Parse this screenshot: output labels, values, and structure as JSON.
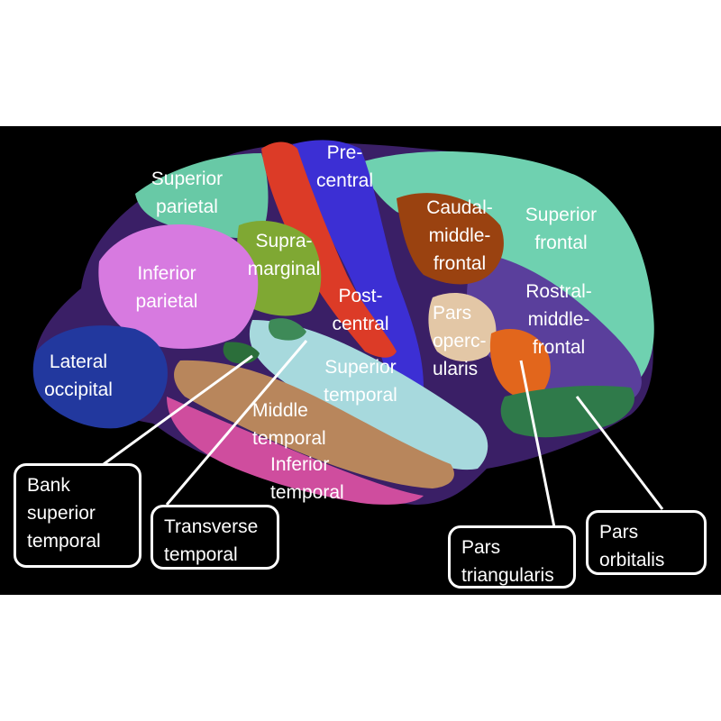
{
  "regions": [
    {
      "id": "superior-parietal",
      "label": "Superior\nparietal",
      "color": "#68c9a6"
    },
    {
      "id": "pre-central",
      "label": "Pre-\ncentral",
      "color": "#3c2fd4"
    },
    {
      "id": "supra-marginal",
      "label": "Supra-\nmarginal",
      "color": "#7fa833"
    },
    {
      "id": "inferior-parietal",
      "label": "Inferior\nparietal",
      "color": "#d77ae0"
    },
    {
      "id": "post-central",
      "label": "Post-\ncentral",
      "color": "#dc3b27"
    },
    {
      "id": "caudal-middle-frontal",
      "label": "Caudal-\nmiddle-\nfrontal",
      "color": "#9a4210"
    },
    {
      "id": "superior-frontal",
      "label": "Superior\nfrontal",
      "color": "#6fd1b0"
    },
    {
      "id": "rostral-middle-frontal",
      "label": "Rostral-\nmiddle-\nfrontal",
      "color": "#5a3f9c"
    },
    {
      "id": "pars-opercularis",
      "label": "Pars\noperc-\nularis",
      "color": "#e3c7a6"
    },
    {
      "id": "lateral-occipital",
      "label": "Lateral\noccipital",
      "color": "#22389e"
    },
    {
      "id": "superior-temporal",
      "label": "Superior\ntemporal",
      "color": "#a7d9dd"
    },
    {
      "id": "middle-temporal",
      "label": "Middle\ntemporal",
      "color": "#b8865c"
    },
    {
      "id": "inferior-temporal",
      "label": "Inferior\ntemporal",
      "color": "#cf4d9e"
    }
  ],
  "callouts": [
    {
      "id": "bank-superior-temporal",
      "label": "Bank\nsuperior\ntemporal"
    },
    {
      "id": "transverse-temporal",
      "label": "Transverse\ntemporal"
    },
    {
      "id": "pars-triangularis",
      "label": "Pars\ntriangularis"
    },
    {
      "id": "pars-orbitalis",
      "label": "Pars\norbitalis"
    }
  ],
  "colors": {
    "background": "#000000",
    "bank_superior_temporal": "#2b6e3a",
    "transverse_temporal": "#3e8a58",
    "pars_triangularis": "#e2661c",
    "pars_orbitalis": "#2f7a4a",
    "outline": "#ffffff"
  }
}
